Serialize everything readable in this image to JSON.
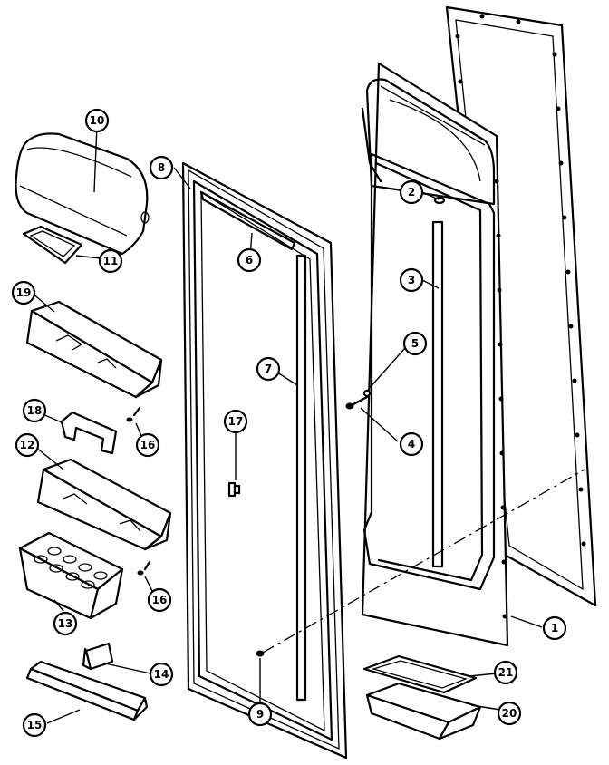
{
  "diagram": {
    "callouts": [
      "1",
      "2",
      "3",
      "4",
      "5",
      "6",
      "7",
      "8",
      "9",
      "10",
      "11",
      "12",
      "13",
      "14",
      "15",
      "16",
      "16",
      "17",
      "18",
      "19",
      "20",
      "21"
    ]
  }
}
